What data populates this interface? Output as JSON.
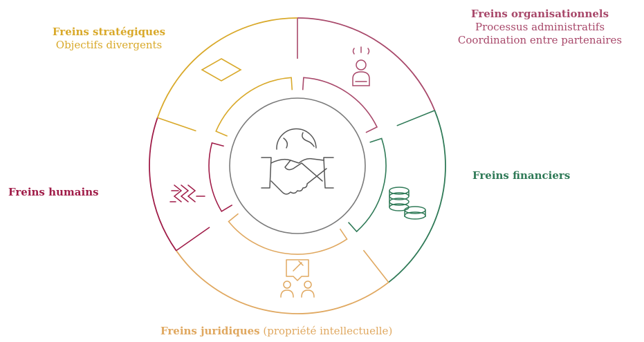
{
  "colors": {
    "strategic": "#d9a92a",
    "organisational": "#a8486a",
    "financial": "#2f7a57",
    "human": "#a01c48",
    "legal": "#e0a860",
    "center": "#555555"
  },
  "labels": {
    "strategic": {
      "title": "Freins stratégiques",
      "detail": "Objectifs divergents"
    },
    "organisational": {
      "title": "Freins organisationnels",
      "detail1": "Processus administratifs",
      "detail2": "Coordination entre partenaires"
    },
    "financial": {
      "title": "Freins financiers"
    },
    "human": {
      "title": "Freins humains"
    },
    "legal": {
      "title": "Freins juridiques",
      "detail": "(propriété intellectuelle)"
    }
  },
  "icons": {
    "center": "globe-handshake-icon",
    "strategic": "diamond-icon",
    "organisational": "stressed-person-icon",
    "financial": "coin-stacks-icon",
    "human": "rope-knot-icon",
    "legal": "discussion-gavel-icon"
  }
}
